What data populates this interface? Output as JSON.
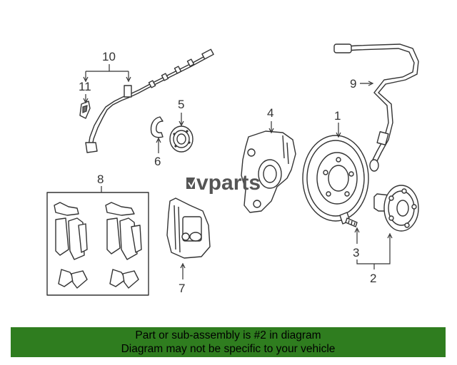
{
  "callouts": {
    "c1": "1",
    "c2": "2",
    "c3": "3",
    "c4": "4",
    "c5": "5",
    "c6": "6",
    "c7": "7",
    "c8": "8",
    "c9": "9",
    "c10": "10",
    "c11": "11"
  },
  "watermark": {
    "brand": "vparts"
  },
  "banner": {
    "line1": "Part or sub-assembly is #2 in diagram",
    "line2": "Diagram may not be specific to your vehicle"
  },
  "colors": {
    "banner_bg": "#2f7d1f",
    "line": "#333333"
  }
}
